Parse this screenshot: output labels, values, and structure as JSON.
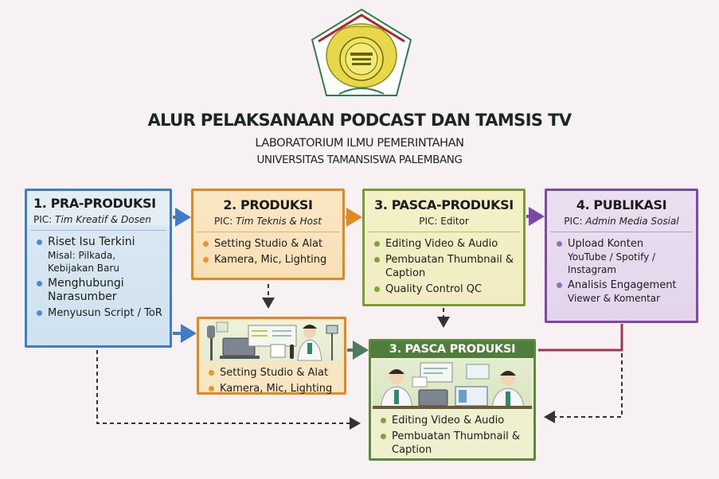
{
  "header": {
    "logo_label": "Universitas Tamansiswa Palembang seal",
    "title": "ALUR PELAKSANAAN PODCAST DAN TAMSIS TV",
    "subtitle_1": "LABORATORIUM ILMU PEMERINTAHAN",
    "subtitle_2": "UNIVERSITAS TAMANSISWA PALEMBANG"
  },
  "stages": [
    {
      "title": "1. PRA-PRODUKSI",
      "pic_label": "PIC:",
      "pic_value": "Tim Kreatif & Dosen",
      "color": "#3f7ec6",
      "items": [
        {
          "text": "Riset Isu Terkini",
          "sub": "Misal: Pilkada, Kebijakan Baru"
        },
        {
          "text": "Menghubungi Narasumber"
        },
        {
          "text": "Menyusun Script / ToR"
        }
      ]
    },
    {
      "title": "2. PRODUKSI",
      "pic_label": "PIC:",
      "pic_value": "Tim Teknis & Host",
      "color": "#e08a1e",
      "items": [
        {
          "text": "Setting Studio & Alat"
        },
        {
          "text": "Kamera, Mic, Lighting"
        }
      ]
    },
    {
      "title": "3. PASCA-PRODUKSI",
      "pic_label": "PIC:",
      "pic_value": "Editor",
      "color": "#7c9a34",
      "items": [
        {
          "text": "Editing Video & Audio"
        },
        {
          "text": "Pembuatan Thumbnail & Caption"
        },
        {
          "text": "Quality Control QC"
        }
      ]
    },
    {
      "title": "4. PUBLIKASI",
      "pic_label": "PIC:",
      "pic_value": "Admin Media Sosial",
      "color": "#7a4aa6",
      "items": [
        {
          "text": "Upload Konten",
          "sub": "YouTube / Spotify / Instagram"
        },
        {
          "text": "Analisis Engagement",
          "sub": "Viewer & Komentar"
        }
      ]
    }
  ],
  "illustrated": {
    "produksi": {
      "items": [
        "Setting Studio & Alat",
        "Kamera, Mic, Lighting"
      ]
    },
    "pasca": {
      "title": "3. PASCA PRODUKSI",
      "items": [
        "Editing Video & Audio",
        "Pembuatan Thumbnail & Caption"
      ]
    }
  },
  "colors": {
    "background": "#f8f1f4",
    "blue": "#3f7ec6",
    "orange": "#e08a1e",
    "green": "#7c9a34",
    "dark_green": "#4e7d3c",
    "purple": "#7a4aa6",
    "crimson": "#a8324a"
  }
}
